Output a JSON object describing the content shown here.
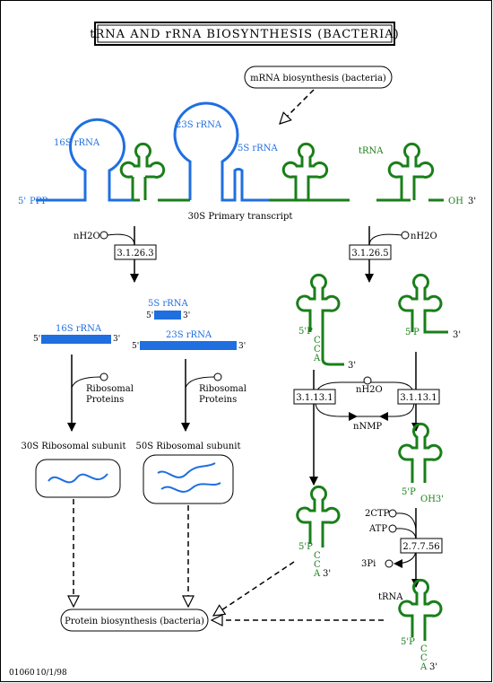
{
  "title": "tRNA AND rRNA BIOSYNTHESIS (BACTERIA)",
  "footer": {
    "id": "01060",
    "date": "10/1/98"
  },
  "colors": {
    "rrna": "#1f6fe0",
    "trna": "#1a7f1a",
    "line": "#000000"
  },
  "nodes": {
    "mrna": "mRNA biosynthesis (bacteria)",
    "protein": "Protein biosynthesis (bacteria)"
  },
  "transcript": {
    "label": "30S Primary transcript",
    "five_prime": "5'",
    "ppp": "PPP",
    "oh": "OH",
    "three_prime": "3'",
    "rrna16s": "16S rRNA",
    "rrna23s": "23S rRNA",
    "rrna5s": "5S rRNA",
    "trna": "tRNA"
  },
  "enzymes": {
    "e1": "3.1.26.3",
    "e2": "3.1.26.5",
    "e3a": "3.1.13.1",
    "e3b": "3.1.13.1",
    "e4": "2.7.7.56"
  },
  "compounds": {
    "nh2o_left": "nH2O",
    "nh2o_right": "nH2O",
    "nh2o_mid": "nH2O",
    "nnmp": "nNMP",
    "ctp": "2CTP",
    "atp": "ATP",
    "pi": "3Pi"
  },
  "rrna_products": {
    "r5s": "5S rRNA",
    "r16s": "16S rRNA",
    "r23s": "23S rRNA",
    "five_prime": "5'",
    "three_prime": "3'"
  },
  "proteins": {
    "left": [
      "Ribosomal",
      "Proteins"
    ],
    "right": [
      "Ribosomal",
      "Proteins"
    ]
  },
  "subunits": {
    "s30": "30S Ribosomal subunit",
    "s50": "50S Ribosomal subunit"
  },
  "trna_labels": {
    "five_p": "5'P",
    "oh3": "OH3'",
    "three_prime": "3'",
    "c": "C",
    "a": "A",
    "trna": "tRNA"
  }
}
